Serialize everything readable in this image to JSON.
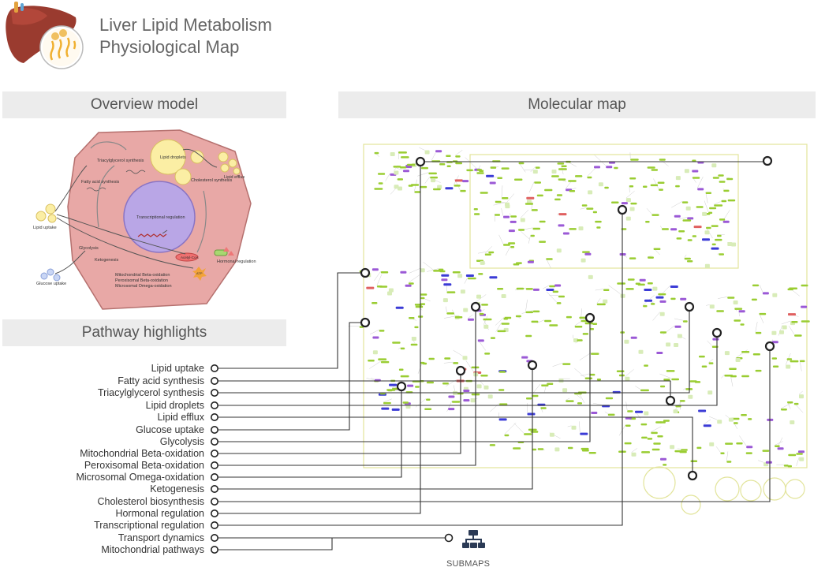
{
  "header": {
    "title_line1": "Liver Lipid Metabolism",
    "title_line2": "Physiological Map",
    "logo_icon": "liver-lipid-icon"
  },
  "sections": {
    "overview": "Overview model",
    "molecular": "Molecular map",
    "pathways": "Pathway highlights"
  },
  "overview_labels": {
    "lipid_droplets": "Lipid droplets",
    "triacylglycerol": "Triacylglycerol synthesis",
    "fatty_acid": "Fatty acid synthesis",
    "lipid_efflux": "Lipid efflux",
    "cholesterol": "Cholesterol synthesis",
    "transcriptional": "Transcriptional regulation",
    "lipid_uptake": "Lipid uptake",
    "glycolysis": "Glycolysis",
    "ketogenesis": "Ketogenesis",
    "acetyl_coa": "Acetyl-CoA",
    "hormonal": "Hormonal regulation",
    "mito_beta": "Mitochondrial Beta-oxidation",
    "perox_beta": "Peroxisomal Beta-oxidation",
    "micro_omega": "Microsomal Omega-oxidation",
    "atp": "ATP",
    "glucose_uptake": "Glucose uptake"
  },
  "pathways": [
    "Lipid uptake",
    "Fatty acid synthesis",
    "Triacylglycerol synthesis",
    "Lipid droplets",
    "Lipid efflux",
    "Glucose uptake",
    "Glycolysis",
    "Mitochondrial Beta-oxidation",
    "Peroxisomal Beta-oxidation",
    "Microsomal Omega-oxidation",
    "Ketogenesis",
    "Cholesterol biosynthesis",
    "Hormonal regulation",
    "Transcriptional regulation",
    "Transport dynamics",
    "Mitochondrial pathways"
  ],
  "submaps": {
    "label": "SUBMAPS",
    "icon": "hierarchy-icon"
  },
  "colors": {
    "section_bg": "#ececec",
    "cell_fill": "#e8a8a6",
    "nucleus_fill": "#b9a6e6",
    "droplet_fill": "#fbeea4",
    "node_green": "#9acd32",
    "node_purple": "#9b59d6",
    "node_blue": "#3b3bd6",
    "node_red": "#e06060",
    "connector": "#333333"
  }
}
